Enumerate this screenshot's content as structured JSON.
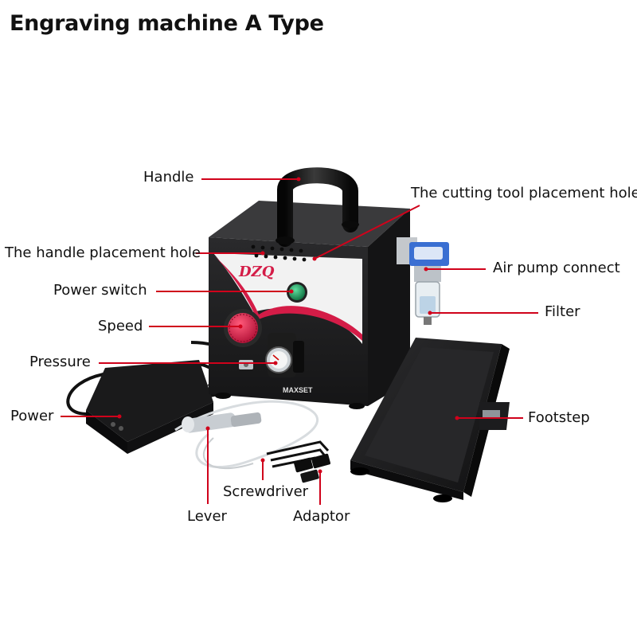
{
  "title": "Engraving machine A Type",
  "brand": {
    "logo_text": "DZQ",
    "model_text": "MAXSET"
  },
  "labels": {
    "handle": "Handle",
    "cutting_tool_hole": "The cutting tool placement hole",
    "handle_hole": "The handle placement hole",
    "air_pump": "Air pump connect",
    "power_switch": "Power switch",
    "filter": "Filter",
    "speed": "Speed",
    "pressure": "Pressure",
    "power": "Power",
    "footstep": "Footstep",
    "screwdriver": "Screwdriver",
    "lever": "Lever",
    "adaptor": "Adaptor"
  },
  "colors": {
    "leader_line": "#d0021b",
    "machine_body": "#1d1d1f",
    "speed_knob": "#d41c47",
    "power_switch": "#1f9a5a",
    "panel": "#f2f2f2"
  }
}
